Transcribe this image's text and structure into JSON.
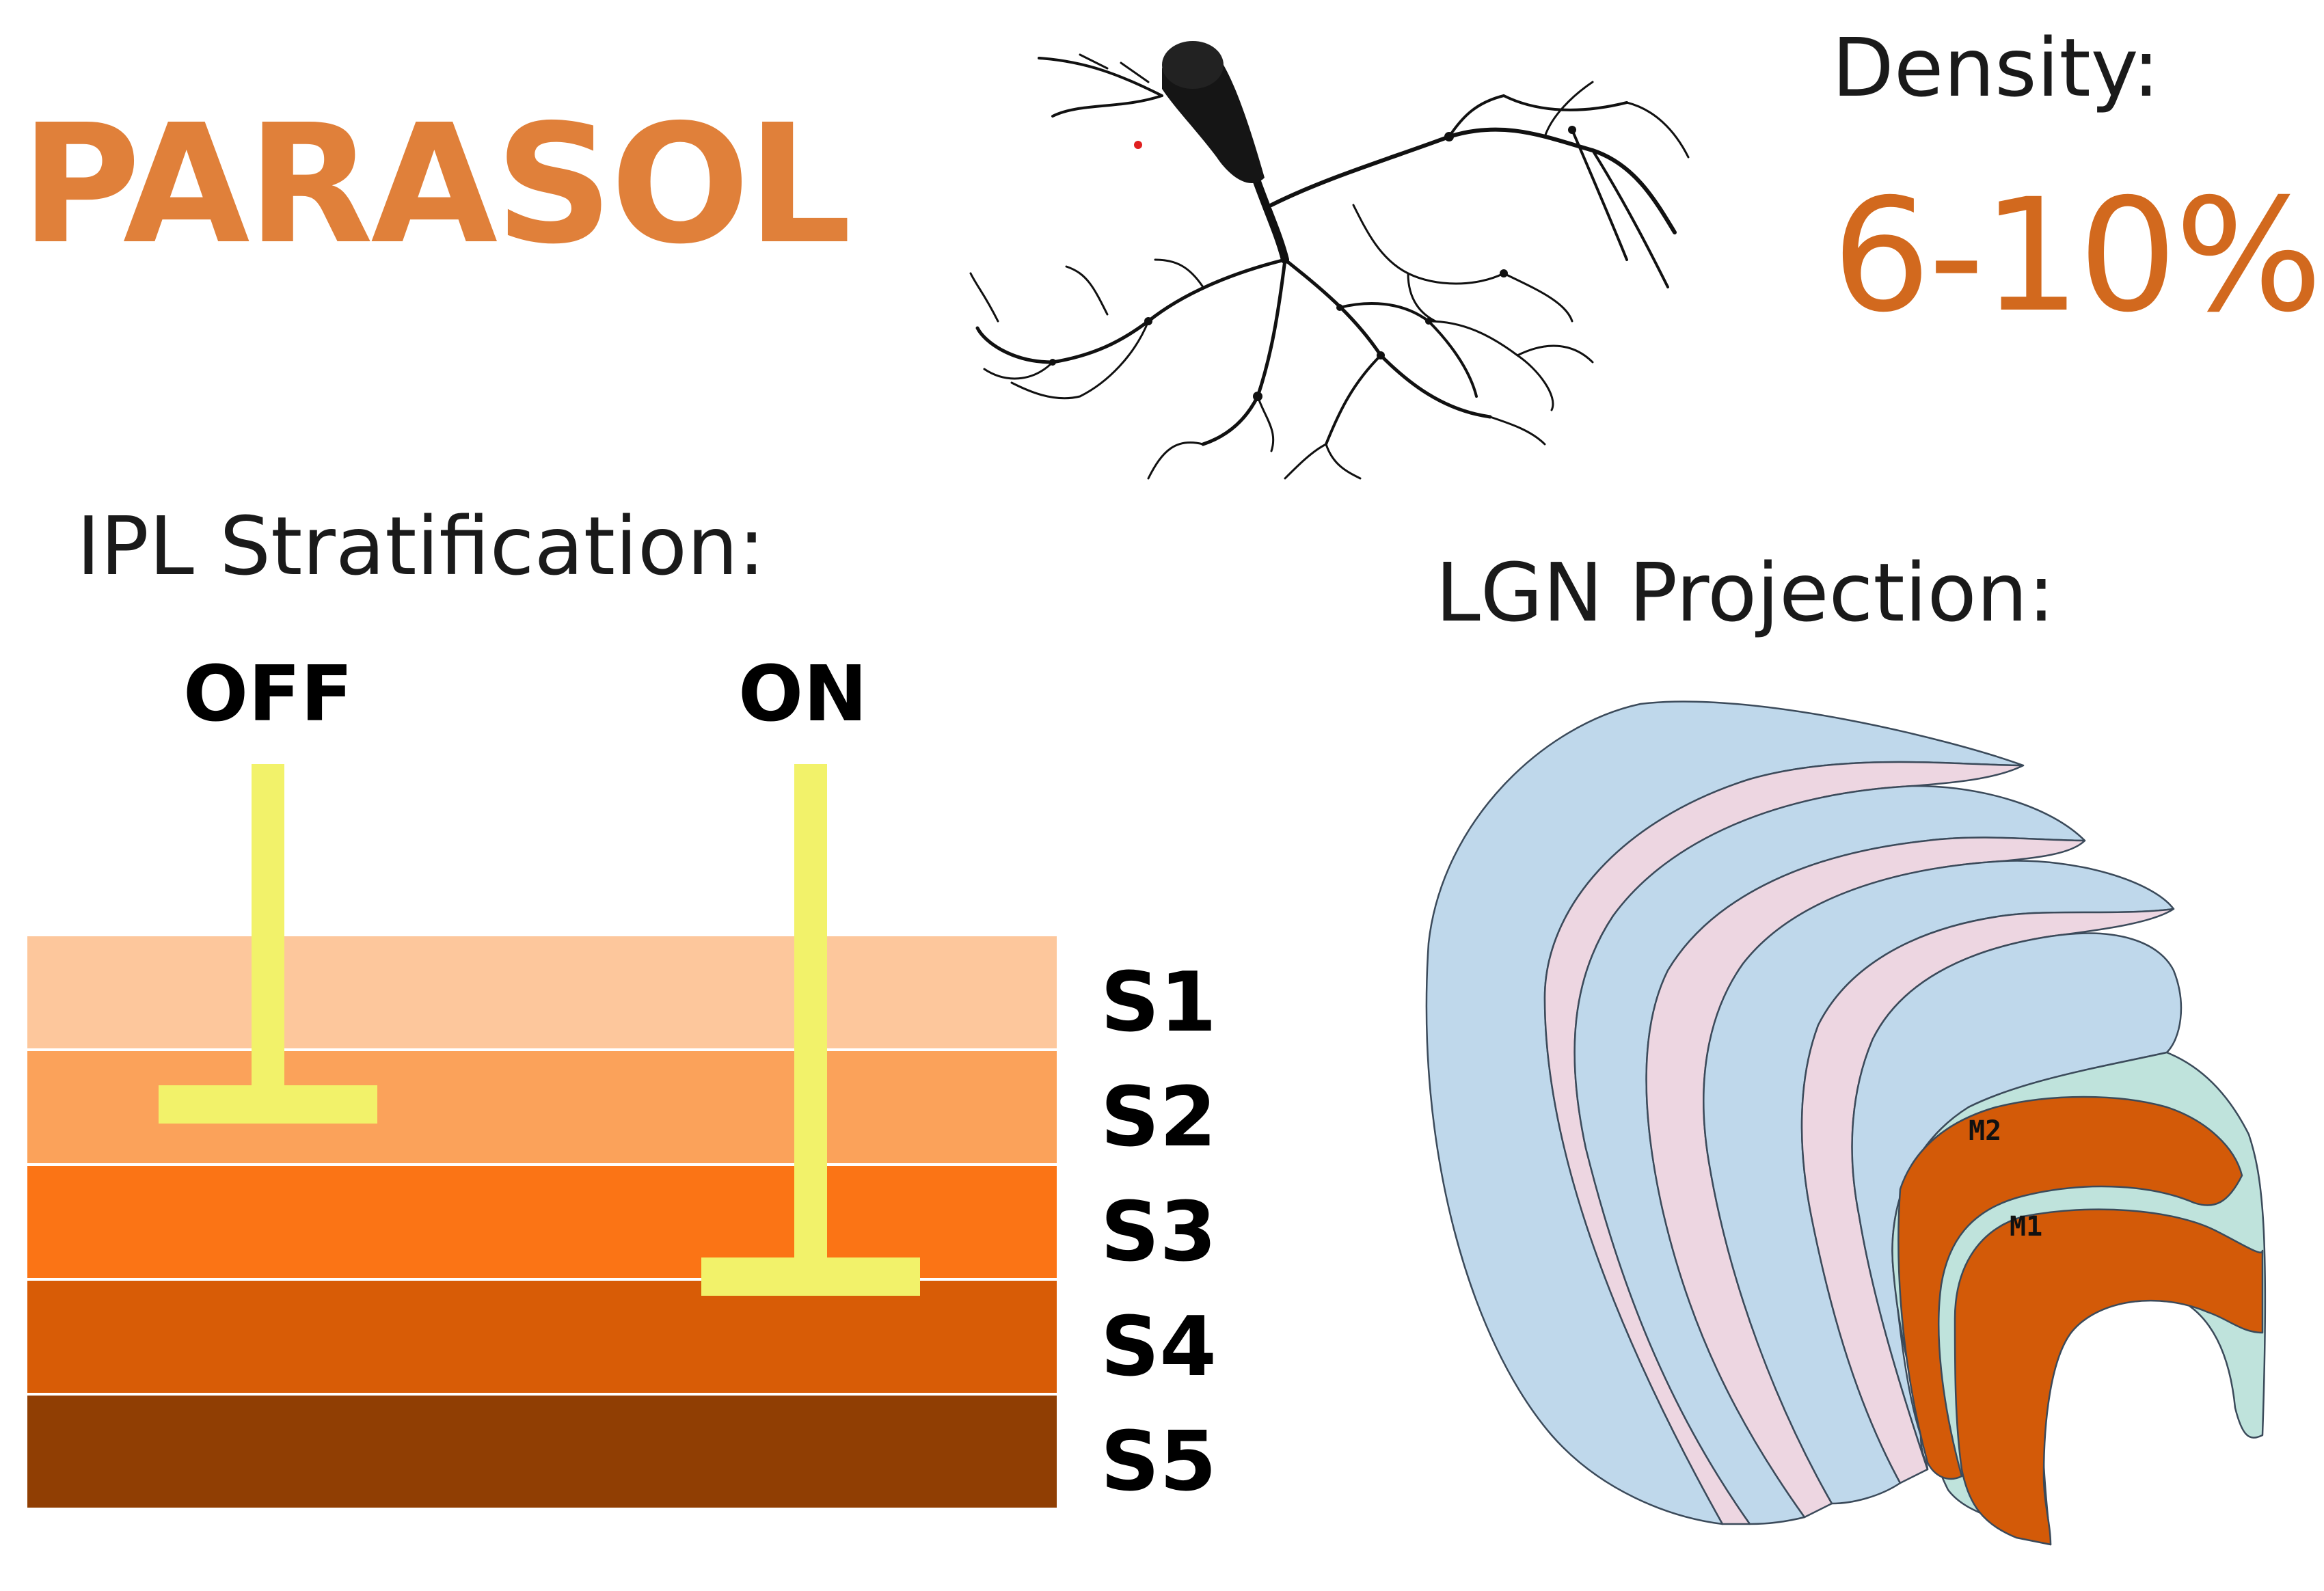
{
  "title": "PARASOL",
  "density": {
    "label": "Density:",
    "value": "6-10%"
  },
  "ipl": {
    "label": "IPL Stratification:",
    "off_label": "OFF",
    "on_label": "ON",
    "strata": [
      "S1",
      "S2",
      "S3",
      "S4",
      "S5"
    ],
    "off_stratum": "S2",
    "on_stratum": "S3"
  },
  "lgn": {
    "label": "LGN Projection:",
    "layer_labels": [
      "M2",
      "M1"
    ]
  },
  "icons": [
    "parasol-neuron-icon"
  ],
  "colors": {
    "title": "#e0803a",
    "density_value": "#d2691e",
    "strata": [
      "#fdc79c",
      "#fba25a",
      "#fb7415",
      "#d85c06",
      "#903e03"
    ],
    "terminal": "#f2f26a",
    "lgn_parvo": "#bfd8eb",
    "lgn_pink": "#edd6e1",
    "lgn_koniocellular": "#bfe3dc",
    "lgn_magno": "#d35a08"
  }
}
